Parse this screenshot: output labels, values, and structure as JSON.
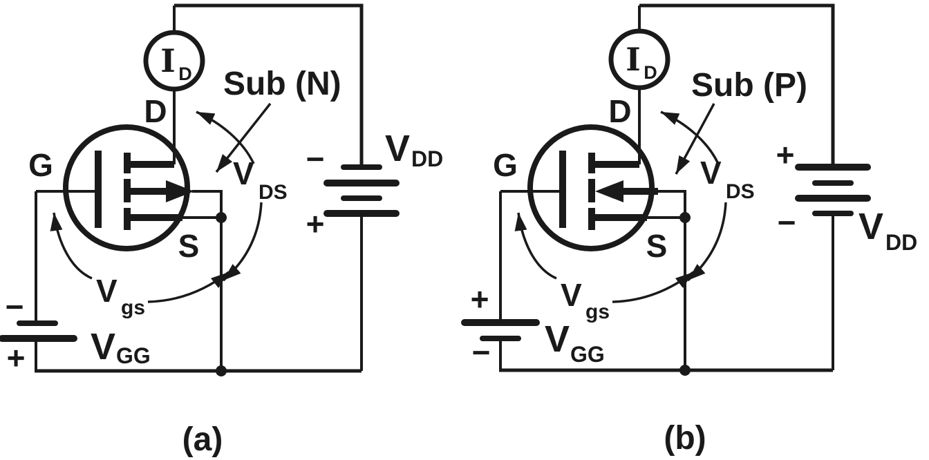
{
  "figure": {
    "background": "#ffffff",
    "ink_color": "#1a1a1a",
    "circuits": [
      {
        "caption": "(a)",
        "substrate_label": "Sub (N)",
        "substrate_arrow_direction": "right",
        "ammeter": {
          "label": "I",
          "subscript": "D"
        },
        "terminals": {
          "drain": "D",
          "gate": "G",
          "source": "S"
        },
        "vds": {
          "label": "V",
          "subscript": "DS"
        },
        "vgs": {
          "label": "V",
          "subscript": "gs"
        },
        "vgg": {
          "label": "V",
          "subscript": "GG",
          "top_sign": "−",
          "bottom_sign": "+"
        },
        "vdd": {
          "label": "V",
          "subscript": "DD",
          "top_sign": "−",
          "bottom_sign": "+"
        }
      },
      {
        "caption": "(b)",
        "substrate_label": "Sub (P)",
        "substrate_arrow_direction": "left",
        "ammeter": {
          "label": "I",
          "subscript": "D"
        },
        "terminals": {
          "drain": "D",
          "gate": "G",
          "source": "S"
        },
        "vds": {
          "label": "V",
          "subscript": "DS"
        },
        "vgs": {
          "label": "V",
          "subscript": "gs"
        },
        "vgg": {
          "label": "V",
          "subscript": "GG",
          "top_sign": "+",
          "bottom_sign": "−"
        },
        "vdd": {
          "label": "V",
          "subscript": "DD",
          "top_sign": "+",
          "bottom_sign": "−"
        }
      }
    ]
  }
}
